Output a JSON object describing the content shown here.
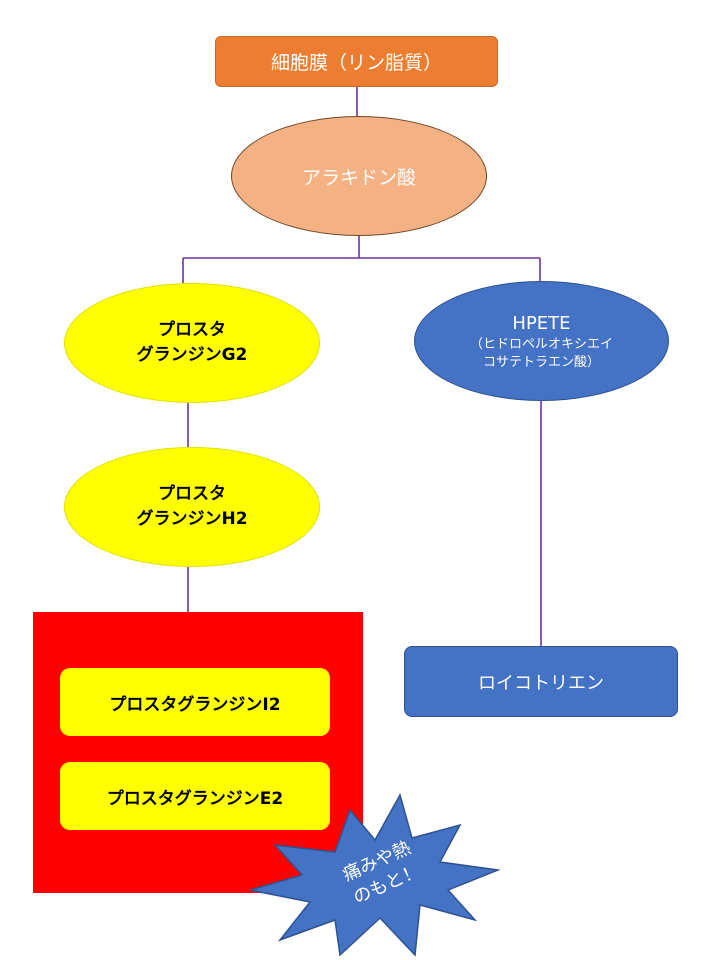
{
  "nodes": {
    "membrane": "細胞膜（リン脂質）",
    "arachidonic_acid": "アラキドン酸",
    "pg_g2": {
      "line1": "プロスタ",
      "line2": "グランジンG2"
    },
    "pg_h2": {
      "line1": "プロスタ",
      "line2": "グランジンH2"
    },
    "hpete": {
      "title": "HPETE",
      "sub1": "（ヒドロペルオキシエイ",
      "sub2": "コサテトラエン酸）"
    },
    "pg_i2": "プロスタグランジンI2",
    "pg_e2": "プロスタグランジンE2",
    "leukotriene": "ロイコトリエン"
  },
  "callout": {
    "line1": "痛みや熱",
    "line2": "のもと！"
  },
  "colors": {
    "connector": "#7030a0",
    "membrane_fill": "#ed7d31",
    "arachidonic_fill": "#f4b183",
    "prostaglandin_fill": "#ffff00",
    "hpete_fill": "#4472c4",
    "group_fill": "#ff0000",
    "callout_fill": "#4472c4"
  }
}
